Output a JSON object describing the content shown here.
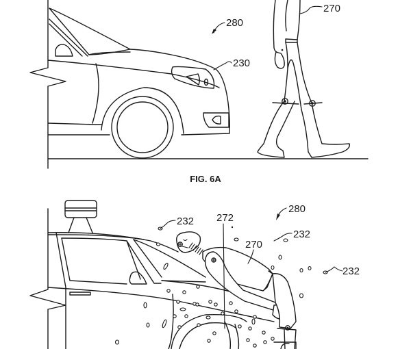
{
  "figure": {
    "type": "patent-drawing",
    "colors": {
      "ink": "#1a1a1a",
      "paper": "#ffffff"
    }
  },
  "top_view": {
    "caption": "FIG. 6A",
    "labels": {
      "system": "280",
      "pedestrian": "270",
      "vehicle": "230"
    }
  },
  "bottom_view": {
    "labels": {
      "system": "280",
      "neck_joint": "272",
      "pedestrian": "270",
      "adhesive_particles_1": "232",
      "adhesive_particles_2": "232",
      "adhesive_particles_3": "232"
    }
  }
}
